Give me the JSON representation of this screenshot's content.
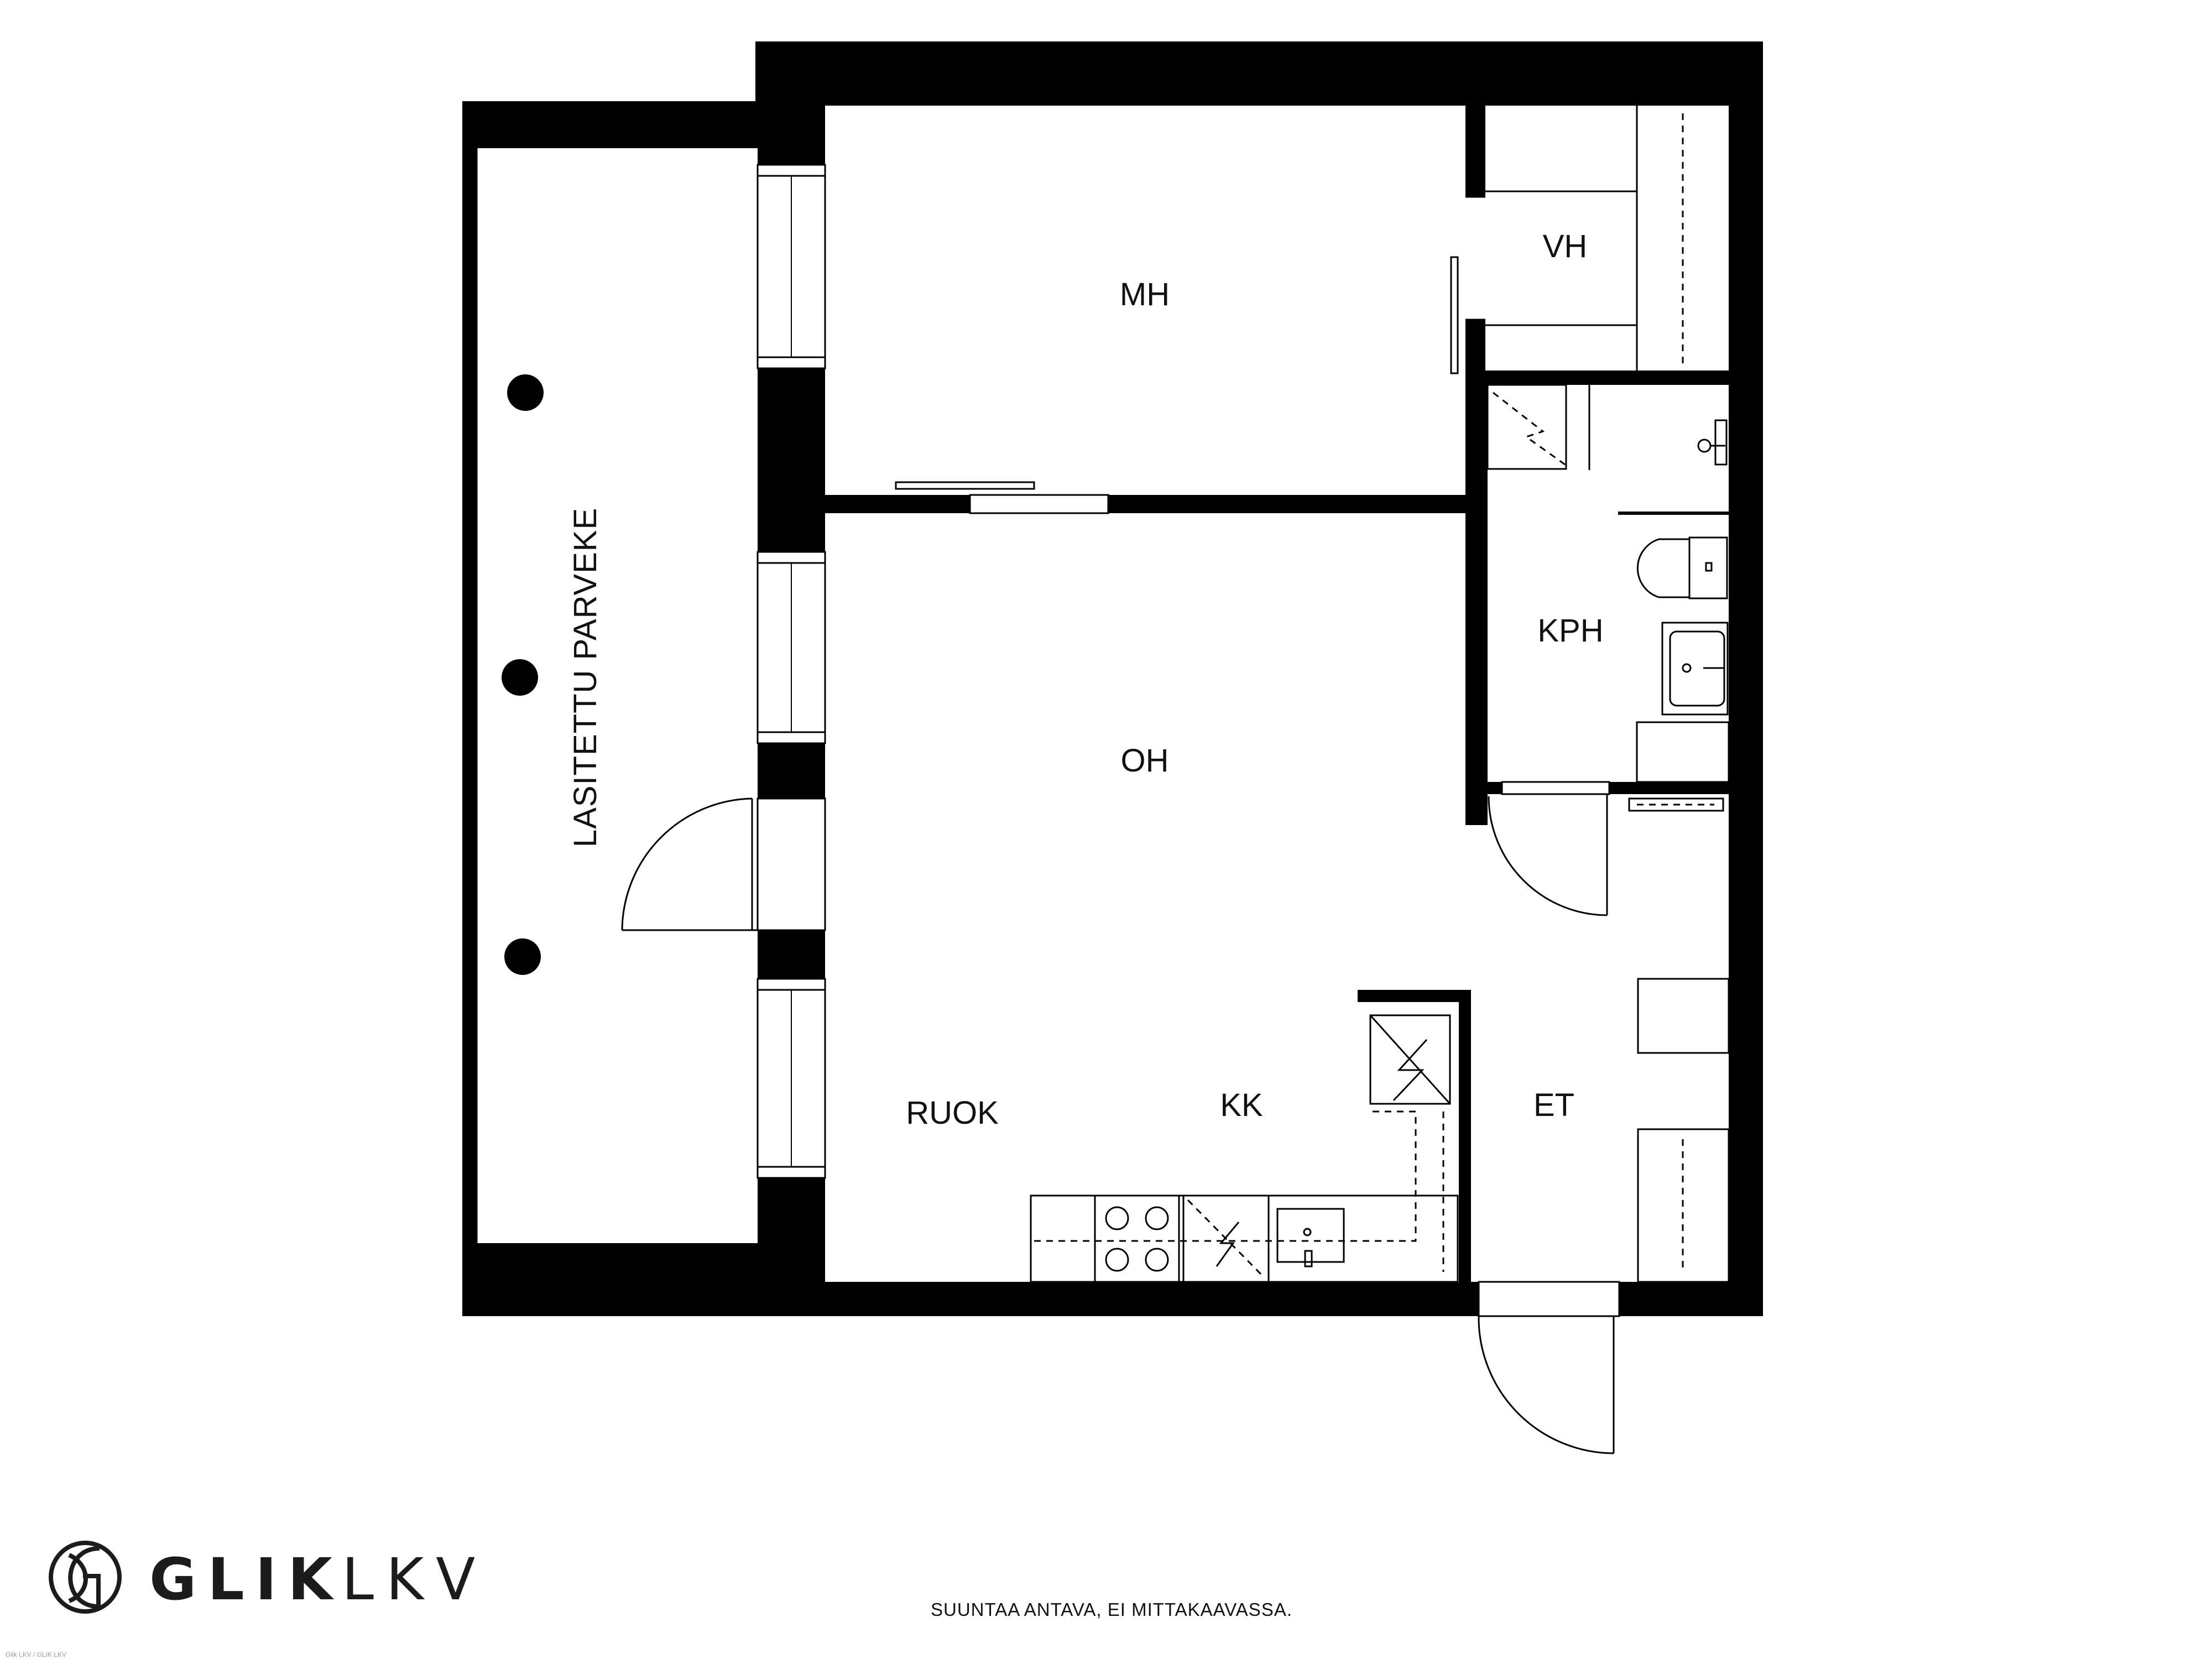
{
  "rooms": {
    "mh": "MH",
    "vh": "VH",
    "kph": "KPH",
    "oh": "OH",
    "ruok": "RUOK",
    "kk": "KK",
    "et": "ET",
    "balcony": "LASITETTU PARVEKE"
  },
  "footer": {
    "disclaimer": "SUUNTAA ANTAVA, EI MITTAKAAVASSA.",
    "fine_print": "Glik LKV / GLIK LKV"
  },
  "brand": {
    "name_bold": "GLIK",
    "name_light": "LKV",
    "logo_icon": "glik-logo-icon"
  },
  "colors": {
    "wall": "#000000",
    "background": "#ffffff",
    "brand_text": "#1c1c1c"
  }
}
